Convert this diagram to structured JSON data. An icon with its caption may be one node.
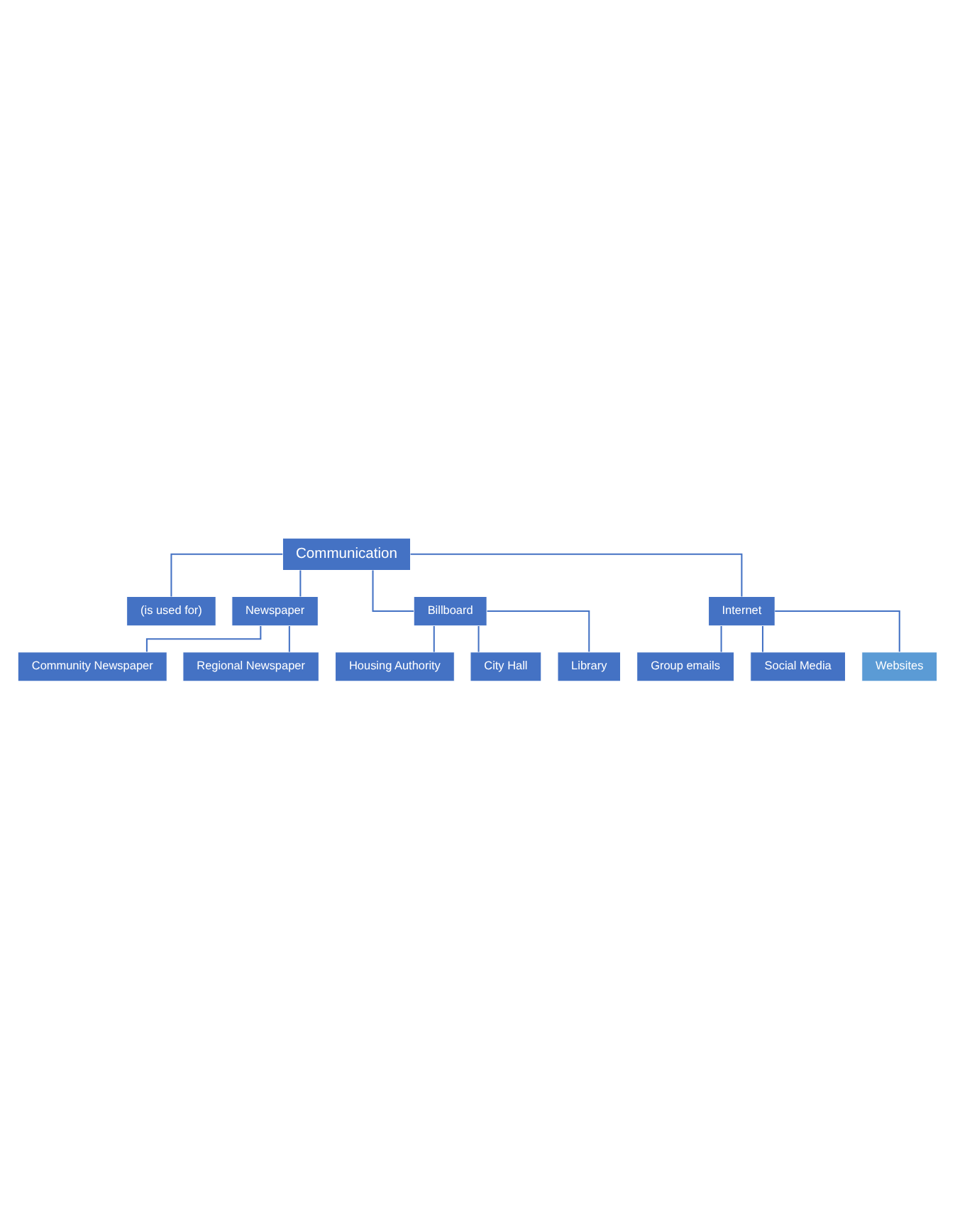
{
  "diagram": {
    "nodes": [
      {
        "text": [
          "Communication"
        ]
      },
      {
        "text": [
          "(is used for)"
        ]
      },
      {
        "text": [
          "Newspaper"
        ]
      },
      {
        "text": [
          "Billboard"
        ]
      },
      {
        "text": [
          "Internet"
        ]
      },
      {
        "text": [
          "Community Newspaper"
        ]
      },
      {
        "text": [
          "Regional Newspaper"
        ]
      },
      {
        "text": [
          "Housing Authority"
        ]
      },
      {
        "text": [
          "City Hall"
        ]
      },
      {
        "text": [
          "Library"
        ]
      },
      {
        "text": [
          "Group emails"
        ]
      },
      {
        "text": [
          "Social Media"
        ]
      },
      {
        "text": [
          "Websites"
        ]
      }
    ],
    "edges": [
      {
        "from": 0,
        "to": 1,
        "arrow": "none"
      },
      {
        "from": 0,
        "to": 2,
        "arrow": "none"
      },
      {
        "from": 0,
        "to": 3,
        "arrow": "none"
      },
      {
        "from": 0,
        "to": 4,
        "arrow": "none"
      },
      {
        "from": 2,
        "to": 5,
        "arrow": "none"
      },
      {
        "from": 2,
        "to": 6,
        "arrow": "none"
      },
      {
        "from": 3,
        "to": 7,
        "arrow": "none"
      },
      {
        "from": 3,
        "to": 8,
        "arrow": "none"
      },
      {
        "from": 3,
        "to": 9,
        "arrow": "none"
      },
      {
        "from": 4,
        "to": 10,
        "arrow": "none"
      },
      {
        "from": 4,
        "to": 11,
        "arrow": "none"
      },
      {
        "from": 4,
        "to": 12,
        "arrow": "none"
      }
    ]
  }
}
